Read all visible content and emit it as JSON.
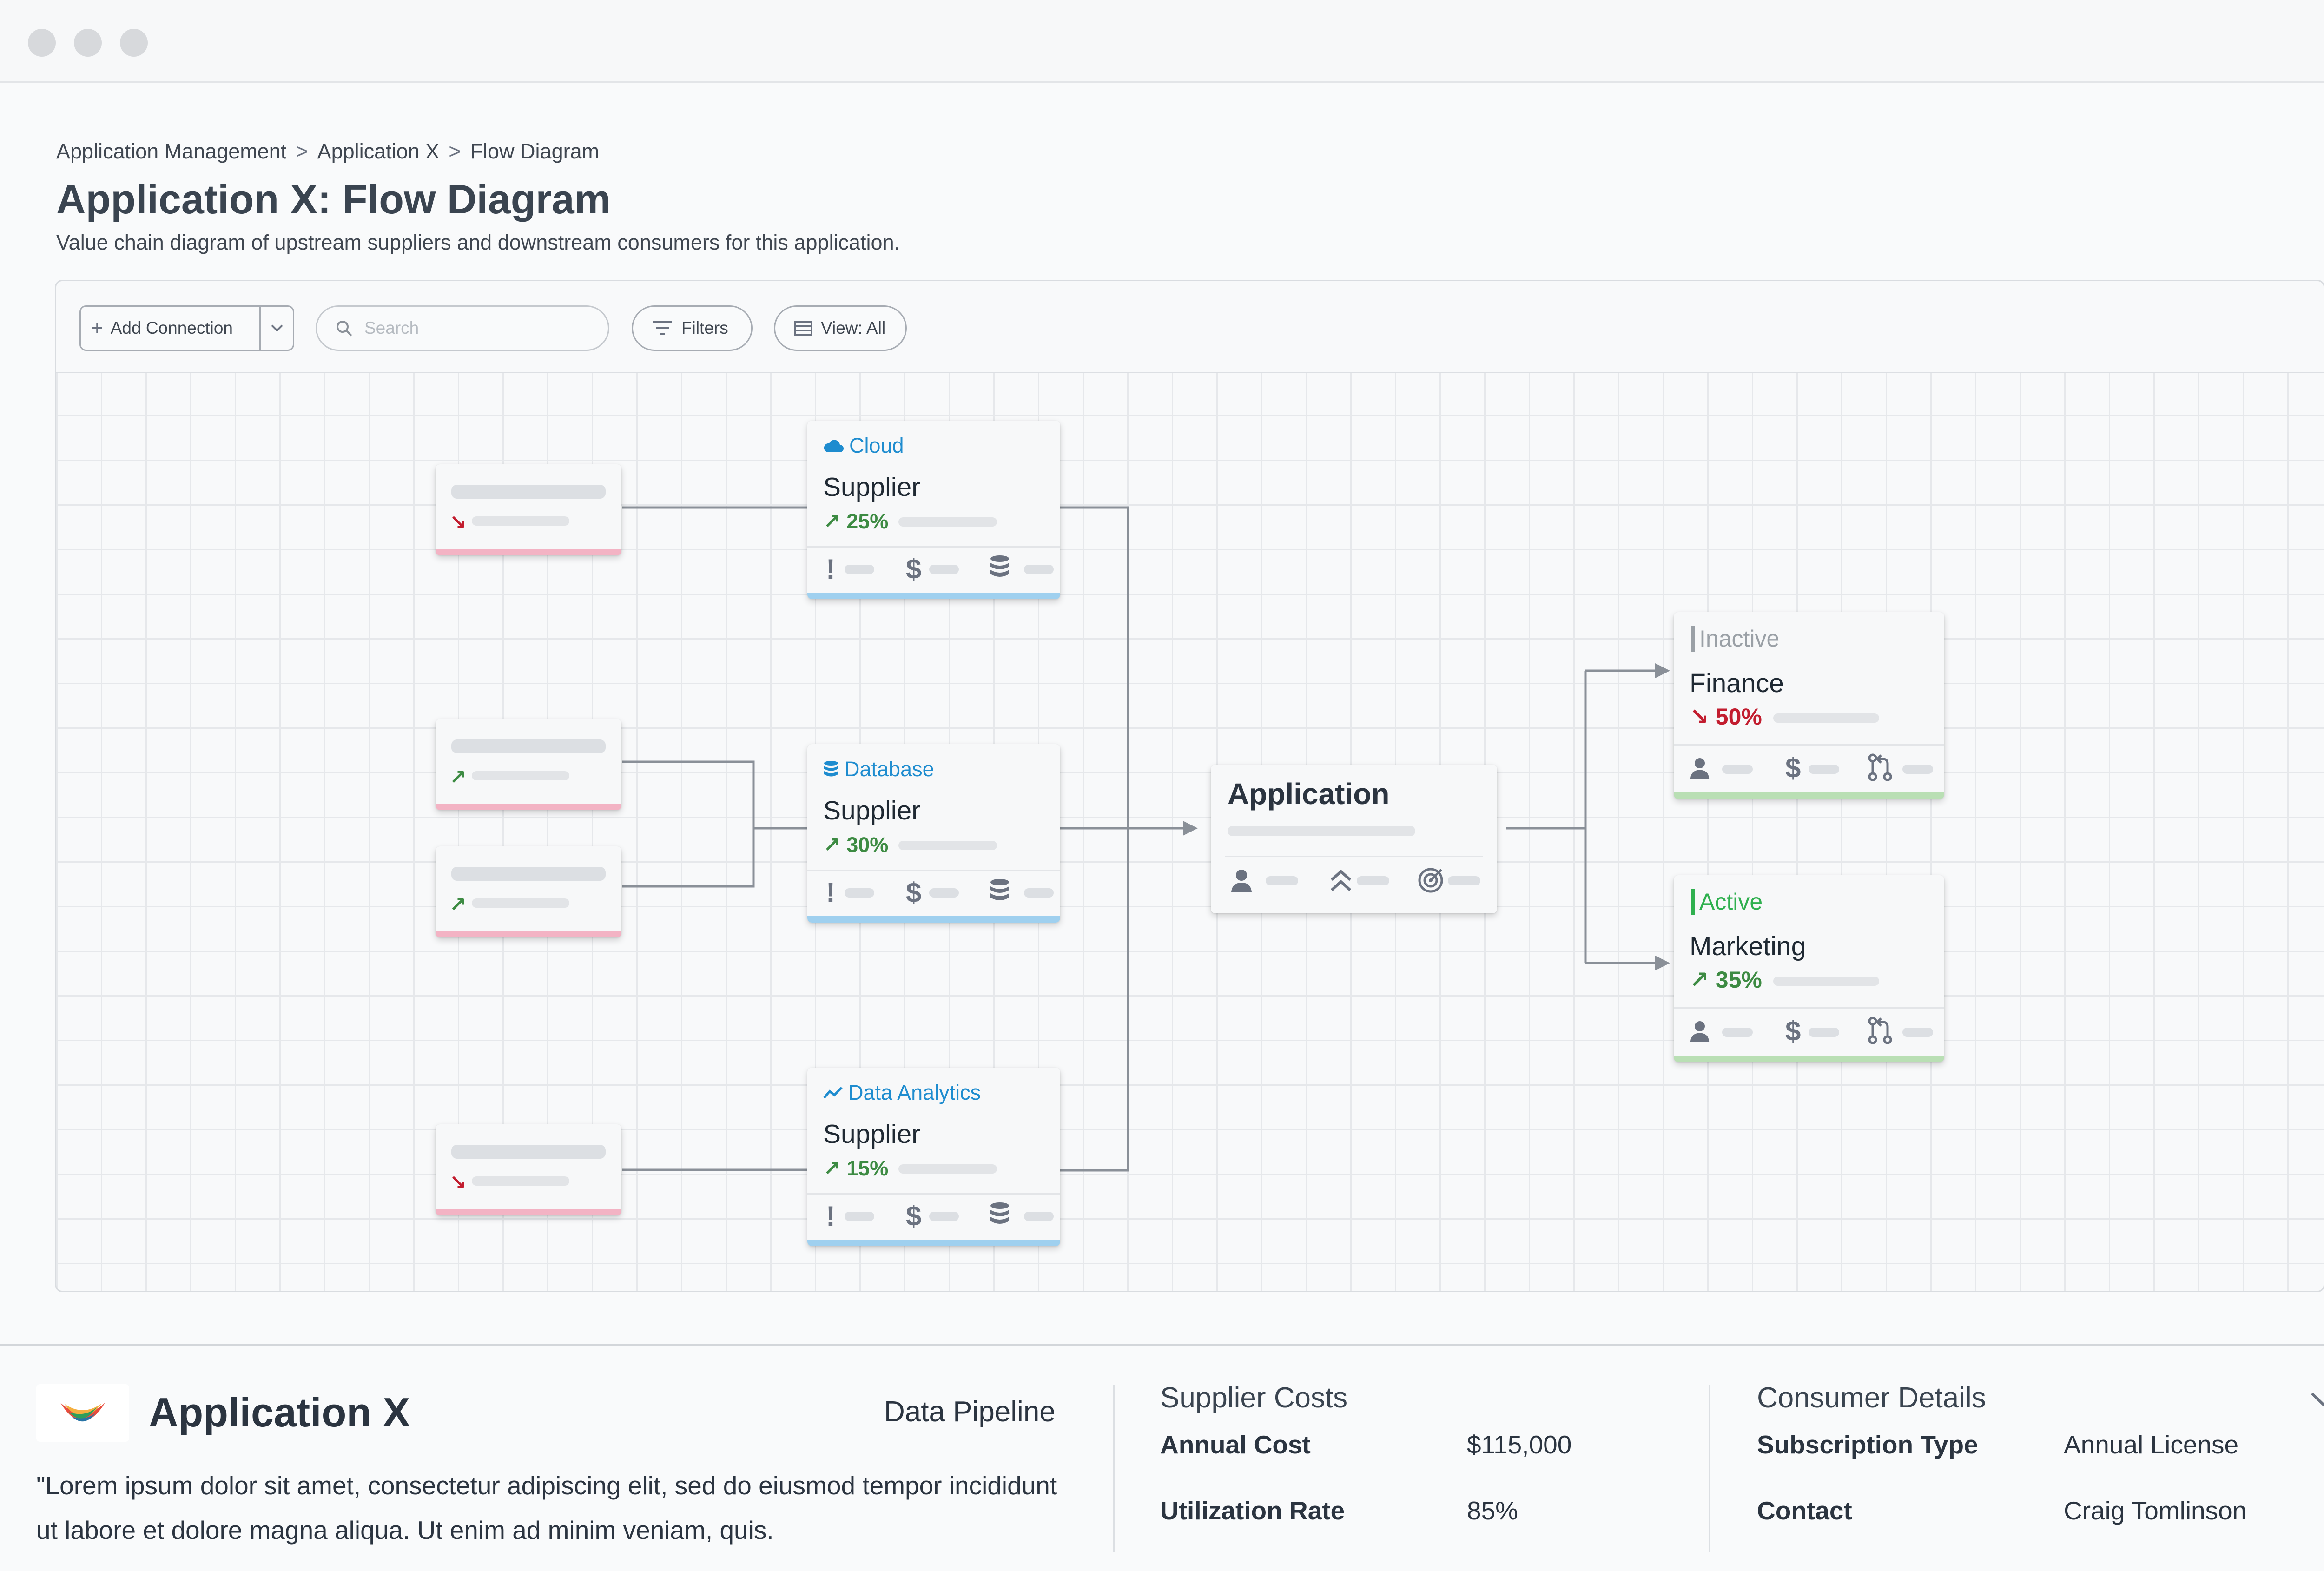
{
  "breadcrumb": [
    "Application Management",
    "Application X",
    "Flow Diagram"
  ],
  "breadcrumb_sep": ">",
  "page": {
    "title": "Application X: Flow Diagram",
    "description": "Value chain diagram of upstream suppliers and downstream consumers for this application."
  },
  "toolbar": {
    "add_connection": "Add Connection",
    "search_placeholder": "Search",
    "filters": "Filters",
    "view": "View: All"
  },
  "suppliers": [
    {
      "category": "Cloud",
      "category_icon": "cloud-icon",
      "name": "Supplier",
      "percent": "25%",
      "trend": "up"
    },
    {
      "category": "Database",
      "category_icon": "database-icon",
      "name": "Supplier",
      "percent": "30%",
      "trend": "up"
    },
    {
      "category": "Data Analytics",
      "category_icon": "trend-line-icon",
      "name": "Supplier",
      "percent": "15%",
      "trend": "up"
    }
  ],
  "upstream_trends": [
    "down",
    "up",
    "up",
    "down"
  ],
  "center": {
    "name": "Application"
  },
  "consumers": [
    {
      "status": "Inactive",
      "name": "Finance",
      "percent": "50%",
      "trend": "down"
    },
    {
      "status": "Active",
      "name": "Marketing",
      "percent": "35%",
      "trend": "up"
    }
  ],
  "colors": {
    "accent": "#1e8ccf",
    "supplier_stripe": "#9fd0ef",
    "upstream_stripe": "#f3b3c4",
    "consumer_stripe": "#b9dfb4",
    "up": "#3d8b43",
    "down": "#c21d2f",
    "active": "#2fb04f",
    "inactive": "#9aa0a6"
  },
  "details": {
    "name": "Application X",
    "type": "Data Pipeline",
    "description": "\"Lorem ipsum dolor sit amet, consectetur adipiscing elit, sed do eiusmod tempor incididunt ut labore et dolore magna aliqua. Ut enim ad minim veniam, quis.",
    "supplier_costs": {
      "title": "Supplier Costs",
      "annual_cost_label": "Annual Cost",
      "annual_cost": "$115,000",
      "utilization_label": "Utilization Rate",
      "utilization": "85%"
    },
    "consumer_details": {
      "title": "Consumer Details",
      "subscription_label": "Subscription Type",
      "subscription": "Annual License",
      "contact_label": "Contact",
      "contact": "Craig Tomlinson"
    }
  }
}
